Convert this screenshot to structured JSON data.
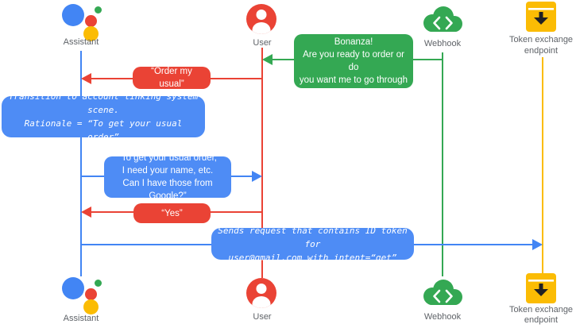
{
  "colors": {
    "blue": "#4285F4",
    "bubble_blue": "#4e8cf5",
    "red": "#EA4335",
    "green": "#34A853",
    "yellow": "#FBBC04",
    "label_gray": "#5F6368"
  },
  "actors": [
    {
      "label": "Assistant",
      "icon": "google-assistant-logo",
      "color": "#4285F4"
    },
    {
      "label": "User",
      "icon": "user-icon",
      "color": "#EA4335"
    },
    {
      "label": "Webhook",
      "icon": "webhook-cloud-icon",
      "color": "#34A853"
    },
    {
      "label": "Token exchange\nendpoint",
      "icon": "token-exchange-icon",
      "color": "#FBBC04"
    }
  ],
  "messages": {
    "welcome": {
      "from": "Webhook",
      "to": "User",
      "color": "#34A853",
      "text": "“Welcome to Boba Bonanza!\nAre you ready to order or do\nyou want me to go through\nthe drinks with you?”"
    },
    "order_usual": {
      "from": "User",
      "to": "Assistant",
      "color": "#EA4335",
      "text": "“Order my usual”"
    },
    "transition_note": {
      "type": "note",
      "color": "#4e8cf5",
      "text": "Transition to account linking system scene.\nRationale = “To get your usual order”"
    },
    "ask_info": {
      "from": "Assistant",
      "to": "User",
      "color": "#4285F4",
      "text": "“To get your usual order,\nI need your name, etc.\nCan I have those from Google?”"
    },
    "yes": {
      "from": "User",
      "to": "Assistant",
      "color": "#EA4335",
      "text": "“Yes”"
    },
    "send_request": {
      "from": "Assistant",
      "to": "Token exchange endpoint",
      "color": "#4285F4",
      "text": "Sends request that contains ID token for\nuser@gmail.com with intent=“get”"
    }
  }
}
